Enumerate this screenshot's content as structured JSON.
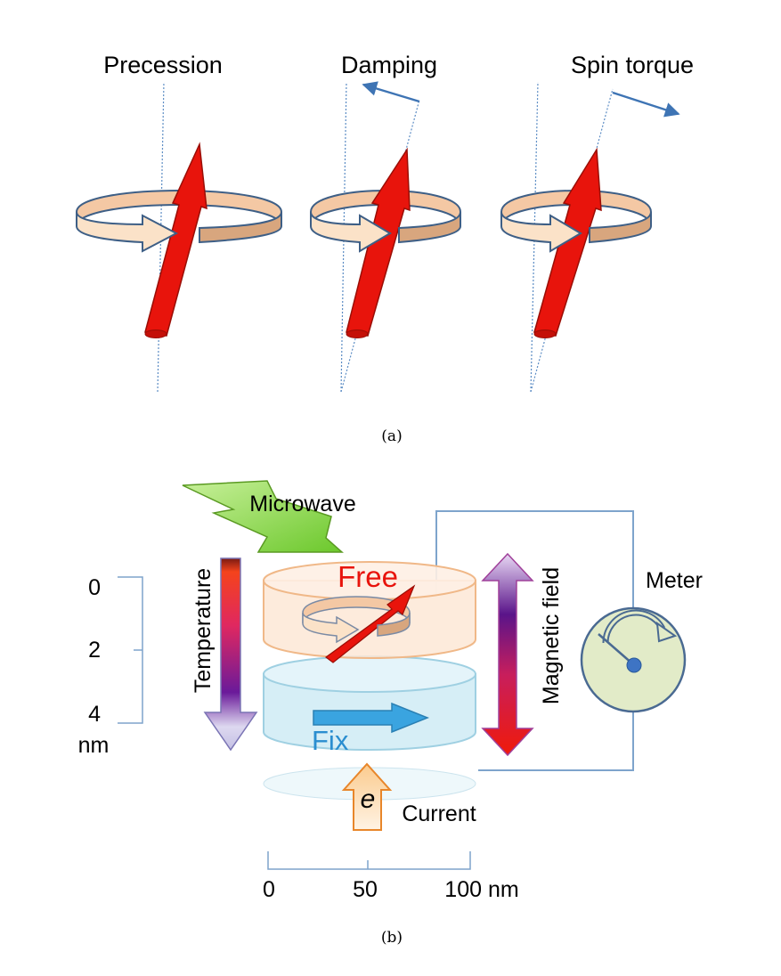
{
  "panel_a": {
    "labels": [
      "Precession",
      "Damping",
      "Spin torque"
    ],
    "caption": "(a)"
  },
  "panel_b": {
    "microwave_label": "Microwave",
    "temperature_label": "Temperature",
    "free_label": "Free",
    "fix_label": "Fix",
    "magnetic_field_label": "Magnetic field",
    "meter_label": "Meter",
    "electron_symbol": "e",
    "current_label": "Current",
    "vertical_scale": {
      "ticks": [
        "0",
        "2",
        "4"
      ],
      "unit": "nm"
    },
    "horizontal_scale": {
      "ticks": [
        "0",
        "50",
        "100 nm"
      ]
    },
    "caption": "(b)"
  },
  "colors": {
    "magnetization": "#e8140c",
    "ring": "#f4c8a4",
    "ring_edge": "#3e5f86",
    "dotted_axis": "#5b8cc4",
    "free_layer": "#fde8d6",
    "fix_layer": "#d6eef6",
    "fix_arrow": "#3aa4e0",
    "microwave": "#7fd23a",
    "meter_face": "#e2ebc8",
    "current_arrow": "#f7a64e"
  }
}
